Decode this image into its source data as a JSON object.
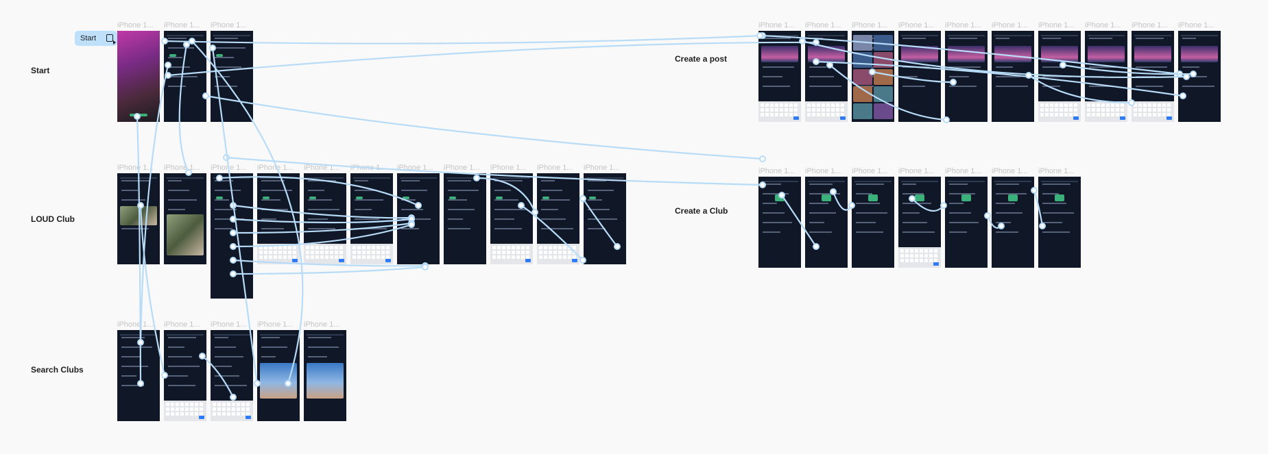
{
  "canvas": {
    "background": "#f9f9f9",
    "wire_color": "#b8dcf7",
    "frame_color": "#101828"
  },
  "sections": [
    {
      "label": "Start"
    },
    {
      "label": "LOUD Club"
    },
    {
      "label": "Search Clubs"
    },
    {
      "label": "Create a post"
    },
    {
      "label": "Create a Club"
    }
  ],
  "start_chip": {
    "label": "Start",
    "icon": "play-frame-icon"
  },
  "frame_label": "iPhone 1..."
}
